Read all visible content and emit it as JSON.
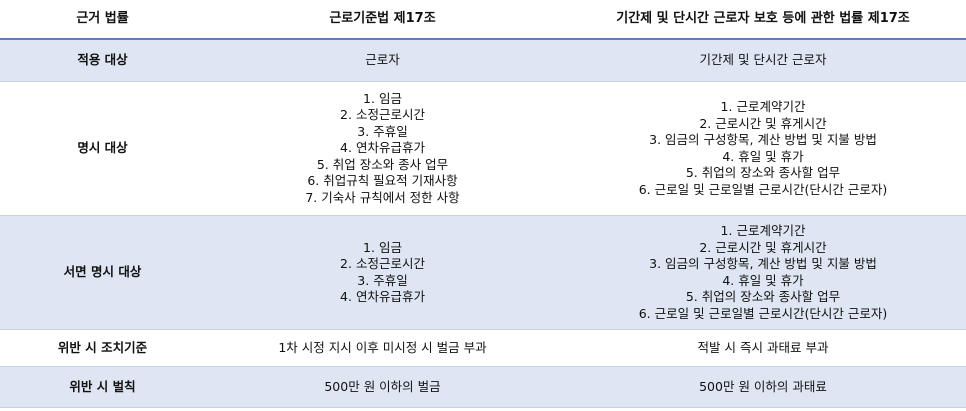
{
  "header": {
    "col0": "근거 법률",
    "col1": "근로기준법 제17조",
    "col2": "기간제 및 단시간 근로자 보호 등에 관한 법률 제17조"
  },
  "rows": [
    {
      "label": "적용 대상",
      "left": [
        "근로자"
      ],
      "right": [
        "기간제 및 단시간 근로자"
      ]
    },
    {
      "label": "명시 대상",
      "left": [
        "1. 임금",
        "2. 소정근로시간",
        "3. 주휴일",
        "4. 연차유급휴가",
        "5. 취업 장소와 종사 업무",
        "6. 취업규칙 필요적 기재사항",
        "7. 기숙사 규칙에서 정한 사항"
      ],
      "right": [
        "1. 근로계약기간",
        "2. 근로시간 및 휴게시간",
        "3. 임금의 구성항목, 계산 방법 및 지불 방법",
        "4. 휴일 및 휴가",
        "5. 취업의 장소와 종사할 업무",
        "6. 근로일 및 근로일별 근로시간(단시간 근로자)"
      ]
    },
    {
      "label": "서면 명시 대상",
      "left": [
        "1. 임금",
        "2. 소정근로시간",
        "3. 주휴일",
        "4. 연차유급휴가"
      ],
      "right": [
        "1. 근로계약기간",
        "2. 근로시간 및 휴게시간",
        "3. 임금의 구성항목, 계산 방법 및 지불 방법",
        "4. 휴일 및 휴가",
        "5. 취업의 장소와 종사할 업무",
        "6. 근로일 및 근로일별 근로시간(단시간 근로자)"
      ]
    },
    {
      "label": "위반 시 조치기준",
      "left": [
        "1차 시정 지시 이후 미시정 시 벌금 부과"
      ],
      "right": [
        "적발 시 즉시 과태료 부과"
      ]
    },
    {
      "label": "위반 시 벌칙",
      "left": [
        "500만 원 이하의 벌금"
      ],
      "right": [
        "500만 원 이하의 과태료"
      ]
    }
  ]
}
